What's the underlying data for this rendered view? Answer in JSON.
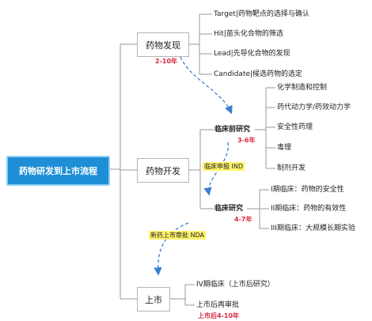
{
  "root": "药物研发到上市流程",
  "discovery": {
    "title": "药物发现",
    "duration": "2-10年",
    "items": [
      "Target|药物靶点的选择与确认",
      "Hit|苗头化合物的筛选",
      "Lead|先导化合物的发现",
      "Candidate|候选药物的选定"
    ]
  },
  "development": {
    "title": "药物开发",
    "ind_tag": "临床申报 IND",
    "preclinical": {
      "title": "临床前研究",
      "duration": "3-6年",
      "items": [
        "化学制造和控制",
        "药代动力学/药效动力学",
        "安全性药理",
        "毒理",
        "制剂开发"
      ]
    },
    "clinical": {
      "title": "临床研究",
      "duration": "4-7年",
      "items": [
        "I期临床：药物的安全性",
        "II期临床：药物的有效性",
        "III期临床：大规模长期实验"
      ]
    },
    "nda_tag": "新药上市审批 NDA"
  },
  "market": {
    "title": "上市",
    "items": [
      "IV期临床（上市后研究）",
      "上市后再审批"
    ],
    "duration": "上市后4-10年"
  },
  "colors": {
    "root_bg": "#1e8fd6",
    "line": "#9a9a9a",
    "arrow": "#3a7fd0",
    "highlight": "#fff36a",
    "duration": "#d8283f"
  }
}
